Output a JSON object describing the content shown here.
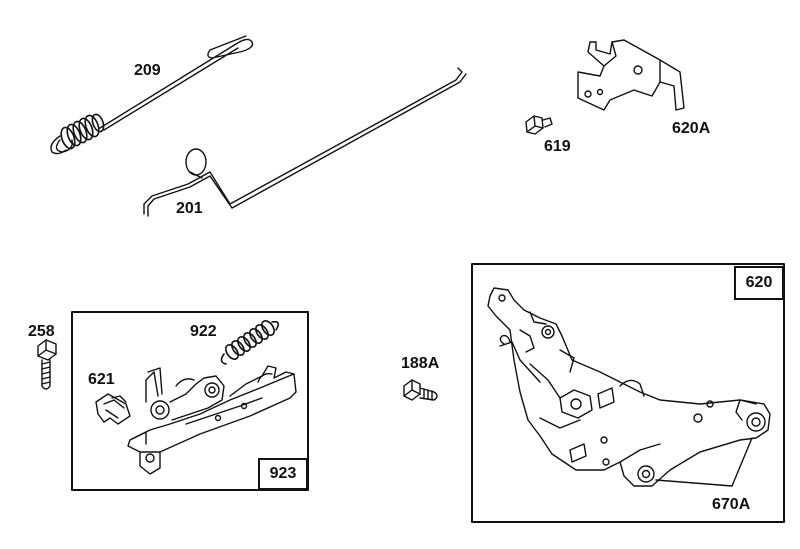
{
  "parts": {
    "p209": "209",
    "p201": "201",
    "p619": "619",
    "p620A": "620A",
    "p258": "258",
    "p621": "621",
    "p922": "922",
    "p923": "923",
    "p188A": "188A",
    "p620": "620",
    "p670A": "670A"
  },
  "colors": {
    "ink": "#111111",
    "paper": "#ffffff"
  }
}
